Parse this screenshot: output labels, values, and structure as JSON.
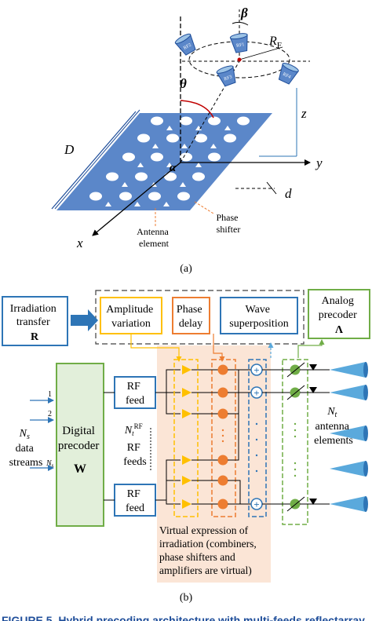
{
  "panel_a": {
    "beta": "β",
    "theta": "θ",
    "alpha": "α",
    "rf_label": "R",
    "rf_sub": "F",
    "z": "z",
    "y": "y",
    "x": "x",
    "D": "D",
    "d": "d",
    "feeds": [
      "RF1",
      "RF2",
      "RF3",
      "RF4"
    ],
    "phase_shifter": [
      "Phase",
      "shifter"
    ],
    "antenna_element": [
      "Antenna",
      "element"
    ],
    "caption": "(a)"
  },
  "panel_b": {
    "irradiation": [
      "Irradiation",
      "transfer",
      "R"
    ],
    "amplitude": [
      "Amplitude",
      "variation"
    ],
    "phase": [
      "Phase",
      "delay"
    ],
    "wave": [
      "Wave",
      "superposition"
    ],
    "analog": [
      "Analog",
      "precoder",
      "Λ"
    ],
    "digital": [
      "Digital",
      "precoder",
      "W"
    ],
    "rf_feed_top": [
      "RF",
      "feed"
    ],
    "rf_feed_bottom": [
      "RF",
      "feed"
    ],
    "nt_rf": [
      "N",
      "t",
      "RF",
      "RF",
      "feeds"
    ],
    "ns": [
      "N",
      "s",
      "data",
      "streams"
    ],
    "stream_nums": [
      "1",
      "2",
      "N"
    ],
    "stream_last_sub": "s",
    "nt_ant": [
      "N",
      "t",
      "antenna",
      "elements"
    ],
    "virtual": [
      "Virtual expression of",
      "irradiation (combiners,",
      "phase shifters and",
      "amplifiers are virtual)"
    ],
    "caption": "(b)"
  },
  "figure_caption": "FIGURE 5.  Hybrid precoding architecture with multi-feeds reflectarray...",
  "colors": {
    "plane": "#5b87c9",
    "blue_box": "#2e75b6",
    "orange": "#ed7d31",
    "amber": "#ffc000",
    "green": "#70ad47",
    "virtual_fill": "#fbe5d6",
    "digital_fill": "#e2efda",
    "cone": "#5aa9dc"
  }
}
